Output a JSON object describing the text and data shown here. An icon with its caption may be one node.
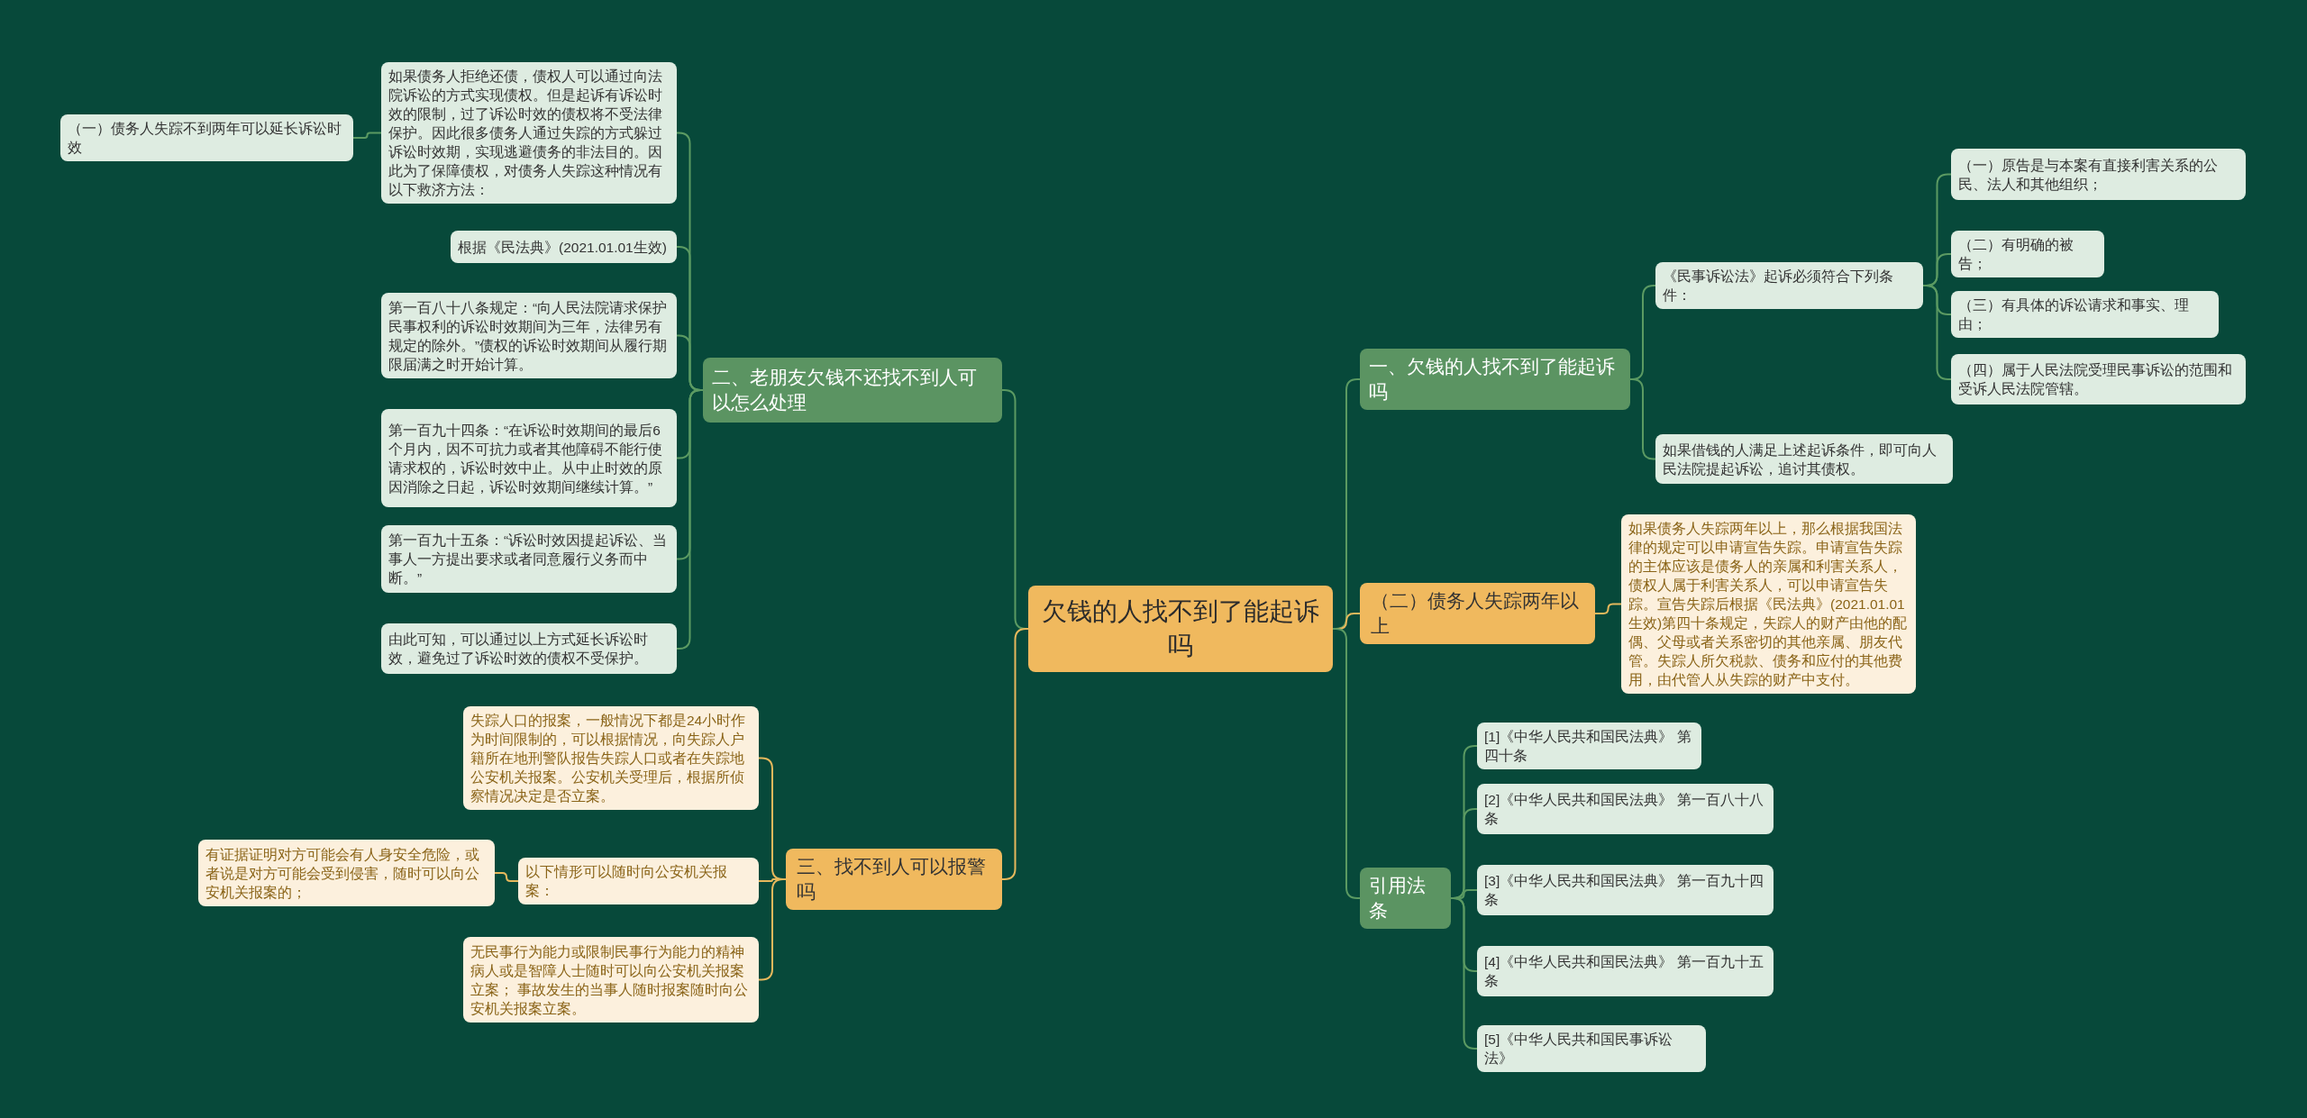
{
  "diagram": {
    "nodes": [
      {
        "text": [
          "欠钱的人找不到了能起诉吗"
        ]
      },
      {
        "text": [
          "一、欠钱的人找不到了能起诉吗"
        ]
      },
      {
        "text": [
          "《民事诉讼法》起诉必须符合下列条件："
        ]
      },
      {
        "text": [
          "（一）原告是与本案有直接利害关系的公民、法人和其他组织；"
        ]
      },
      {
        "text": [
          "（二）有明确的被告；"
        ]
      },
      {
        "text": [
          "（三）有具体的诉讼请求和事实、理由；"
        ]
      },
      {
        "text": [
          "（四）属于人民法院受理民事诉讼的范围和受诉人民法院管辖。"
        ]
      },
      {
        "text": [
          "如果借钱的人满足上述起诉条件，即可向人民法院提起诉讼，追讨其债权。"
        ]
      },
      {
        "text": [
          "（二）债务人失踪两年以上"
        ]
      },
      {
        "text": [
          "如果债务人失踪两年以上，那么根据我国法律的规定可以申请宣告失踪。申请宣告失踪的主体应该是债务人的亲属和利害关系人，债权人属于利害关系人，可以申请宣告失踪。宣告失踪后根据《民法典》(2021.01.01生效)第四十条规定，失踪人的财产由他的配偶、父母或者关系密切的其他亲属、朋友代管。失踪人所欠税款、债务和应付的其他费用，由代管人从失踪的财产中支付。"
        ]
      },
      {
        "text": [
          "引用法条"
        ]
      },
      {
        "text": [
          "[1]《中华人民共和国民法典》 第四十条"
        ]
      },
      {
        "text": [
          "[2]《中华人民共和国民法典》 第一百八十八条"
        ]
      },
      {
        "text": [
          "[3]《中华人民共和国民法典》 第一百九十四条"
        ]
      },
      {
        "text": [
          "[4]《中华人民共和国民法典》 第一百九十五条"
        ]
      },
      {
        "text": [
          "[5]《中华人民共和国民事诉讼法》"
        ]
      },
      {
        "text": [
          "二、老朋友欠钱不还找不到人可以怎么处理"
        ]
      },
      {
        "text": [
          "如果债务人拒绝还债，债权人可以通过向法院诉讼的方式实现债权。但是起诉有诉讼时效的限制，过了诉讼时效的债权将不受法律保护。因此很多债务人通过失踪的方式躲过诉讼时效期，实现逃避债务的非法目的。因此为了保障债权，对债务人失踪这种情况有以下救济方法："
        ]
      },
      {
        "text": [
          "（一）债务人失踪不到两年可以延长诉讼时效"
        ]
      },
      {
        "text": [
          "根据《民法典》(2021.01.01生效)"
        ]
      },
      {
        "text": [
          "第一百八十八条规定：“向人民法院请求保护民事权利的诉讼时效期间为三年，法律另有规定的除外。”债权的诉讼时效期间从履行期限届满之时开始计算。"
        ]
      },
      {
        "text": [
          "第一百九十四条：“在诉讼时效期间的最后6个月内，因不可抗力或者其他障碍不能行使请求权的，诉讼时效中止。从中止时效的原因消除之日起，诉讼时效期间继续计算。”"
        ]
      },
      {
        "text": [
          "第一百九十五条：“诉讼时效因提起诉讼、当事人一方提出要求或者同意履行义务而中断。”"
        ]
      },
      {
        "text": [
          "由此可知，可以通过以上方式延长诉讼时效，避免过了诉讼时效的债权不受保护。"
        ]
      },
      {
        "text": [
          "三、找不到人可以报警吗"
        ]
      },
      {
        "text": [
          "失踪人口的报案，一般情况下都是24小时作为时间限制的，可以根据情况，向失踪人户籍所在地刑警队报告失踪人口或者在失踪地公安机关报案。公安机关受理后，根据所侦察情况决定是否立案。"
        ]
      },
      {
        "text": [
          "以下情形可以随时向公安机关报案："
        ]
      },
      {
        "text": [
          "有证据证明对方可能会有人身安全危险，或者说是对方可能会受到侵害，随时可以向公安机关报案的；"
        ]
      },
      {
        "text": [
          "无民事行为能力或限制民事行为能力的精神病人或是智障人士随时可以向公安机关报案立案； 事故发生的当事人随时报案随时向公安机关报案立案。"
        ]
      }
    ],
    "edges": [
      {
        "from": 0,
        "to": 1,
        "arrow": "none"
      },
      {
        "from": 0,
        "to": 8,
        "arrow": "none",
        "color": "#e6b85c"
      },
      {
        "from": 0,
        "to": 10,
        "arrow": "none"
      },
      {
        "from": 0,
        "to": 16,
        "arrow": "none"
      },
      {
        "from": 0,
        "to": 24,
        "arrow": "none",
        "color": "#e6b85c"
      },
      {
        "from": 1,
        "to": 2,
        "arrow": "none"
      },
      {
        "from": 1,
        "to": 7,
        "arrow": "none"
      },
      {
        "from": 2,
        "to": 3,
        "arrow": "none"
      },
      {
        "from": 2,
        "to": 4,
        "arrow": "none"
      },
      {
        "from": 2,
        "to": 5,
        "arrow": "none"
      },
      {
        "from": 2,
        "to": 6,
        "arrow": "none"
      },
      {
        "from": 8,
        "to": 9,
        "arrow": "none",
        "color": "#e6b85c"
      },
      {
        "from": 10,
        "to": 11,
        "arrow": "none"
      },
      {
        "from": 10,
        "to": 12,
        "arrow": "none"
      },
      {
        "from": 10,
        "to": 13,
        "arrow": "none"
      },
      {
        "from": 10,
        "to": 14,
        "arrow": "none"
      },
      {
        "from": 10,
        "to": 15,
        "arrow": "none"
      },
      {
        "from": 16,
        "to": 17,
        "arrow": "none"
      },
      {
        "from": 16,
        "to": 19,
        "arrow": "none"
      },
      {
        "from": 16,
        "to": 20,
        "arrow": "none"
      },
      {
        "from": 16,
        "to": 21,
        "arrow": "none"
      },
      {
        "from": 16,
        "to": 22,
        "arrow": "none"
      },
      {
        "from": 16,
        "to": 23,
        "arrow": "none"
      },
      {
        "from": 17,
        "to": 18,
        "arrow": "none"
      },
      {
        "from": 24,
        "to": 25,
        "arrow": "none",
        "color": "#e6b85c"
      },
      {
        "from": 24,
        "to": 26,
        "arrow": "none",
        "color": "#e6b85c"
      },
      {
        "from": 24,
        "to": 28,
        "arrow": "none",
        "color": "#e6b85c"
      },
      {
        "from": 26,
        "to": 27,
        "arrow": "none",
        "color": "#e6b85c"
      }
    ]
  }
}
